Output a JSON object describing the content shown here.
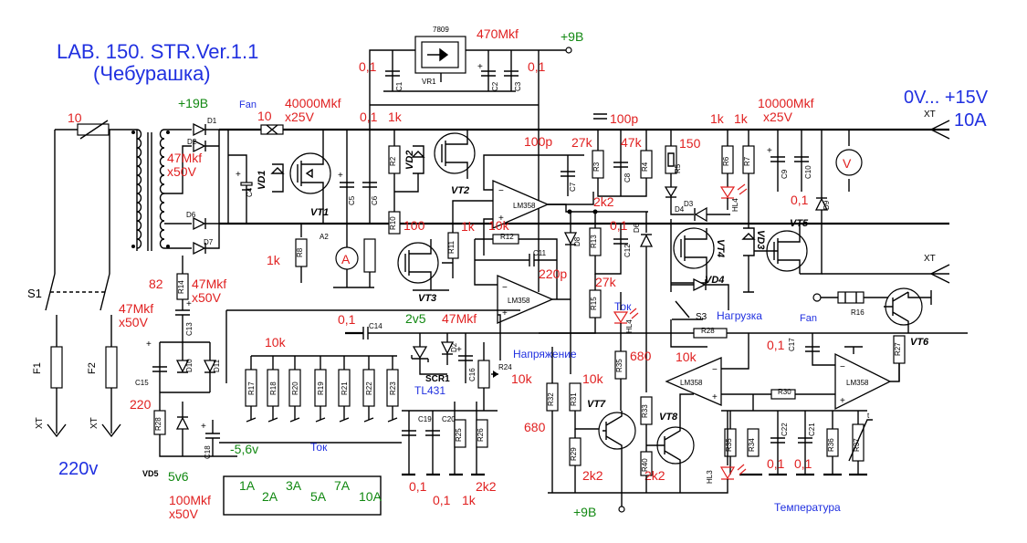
{
  "title": {
    "line1": "LAB. 150. STR.Ver.1.1",
    "line2": "(Чебурашка)"
  },
  "output_range": {
    "volts": "0V... +15V",
    "amps": "10A"
  },
  "mains": "220v",
  "rails": {
    "plus19": "+19B",
    "plus9_top": "+9B",
    "plus9_bottom": "+9B",
    "minus56": "-5,6v",
    "v5v6": "5v6",
    "v2v5": "2v5"
  },
  "component_values": {
    "cap_470": "470Mkf",
    "cap_40000": "40000Mkf",
    "cap_x25": "x25V",
    "cap_10000": "10000Mkf",
    "cap_x25b": "x25V",
    "c47_x50_a": "47Mkf",
    "x50_a": "x50V",
    "c47_x50_b": "47Mkf",
    "x50_b": "x50V",
    "c47_x50_c": "47Mkf",
    "x50_c": "x50V",
    "c100_x50": "100Mkf",
    "x50_d": "x50V",
    "c47_2v5": "47Mkf",
    "r10": "10",
    "r10b": "10",
    "r82": "82",
    "r220": "220",
    "c01_a": "0,1",
    "c01_b": "0,1",
    "c01_c": "0,1",
    "r1k_a": "1k",
    "r100": "100",
    "r1k_b": "1k",
    "c100p_a": "100p",
    "c100p_b": "100p",
    "r27k_a": "27k",
    "r47k": "47k",
    "r150": "150",
    "r1k_c": "1k",
    "r1k_d": "1k",
    "c01_d": "0,1",
    "c01_e": "0,1",
    "r2k2_a": "2k2",
    "r10k_a": "10k",
    "c220p": "220p",
    "r27k_b": "27k",
    "r1k_e": "1k",
    "c01_f": "0,1",
    "r680_a": "680",
    "r10k_b": "10k",
    "r10k_c": "10k",
    "r10k_d": "10k",
    "r10k_e": "10k",
    "r680_b": "680",
    "r2k2_b": "2k2",
    "r2k2_c": "2k2",
    "c01_g": "0,1",
    "c01_h": "0,1",
    "c01_i": "0,1",
    "c01_j": "0,1",
    "c01_k": "0,1",
    "r1k_f": "1k",
    "r2k2_d": "2k2"
  },
  "labels": {
    "fan_top": "Fan",
    "fan_right": "Fan",
    "reg": "7809",
    "vr1": "VR1",
    "napryazhenie": "Напряжение",
    "tok_bottom": "Ток",
    "tok_led": "Ток",
    "nagruzka": "Нагрузка",
    "temperatura": "Температура",
    "scr1": "SCR1",
    "tl431": "TL431",
    "s1": "S1",
    "s3": "S3",
    "f1": "F1",
    "f2": "F2",
    "xt1": "XT",
    "xt2": "XT",
    "xt_out1": "XT",
    "xt_out2": "XT",
    "vd5": "VD5",
    "a2": "A2",
    "ammeter": "A",
    "voltmeter": "V"
  },
  "parts": {
    "vt1": "VT1",
    "vt2": "VT2",
    "vt3": "VT3",
    "vt4": "VT4",
    "vt5": "VT5",
    "vt6": "VT6",
    "vt7": "VT7",
    "vt8": "VT8",
    "vd1": "VD1",
    "vd2": "VD2",
    "vd3": "VD3",
    "vd4": "VD4",
    "op1": "LM358",
    "op2": "LM358",
    "op3": "LM358",
    "op4": "LM358"
  },
  "switch_ranges": [
    "1A",
    "2A",
    "3A",
    "5A",
    "7A",
    "10A"
  ],
  "colors": {
    "values": "#e02020",
    "notes": "#2030e0",
    "rails": "#118811"
  }
}
